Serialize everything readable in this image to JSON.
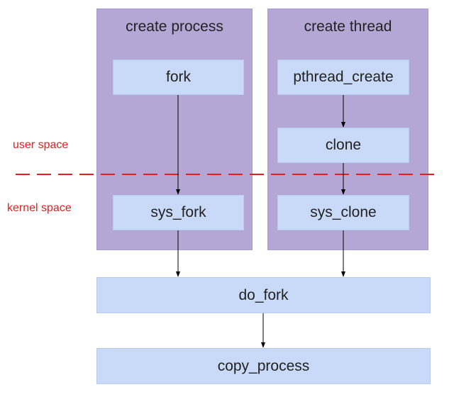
{
  "groups": {
    "process": {
      "title": "create process"
    },
    "thread": {
      "title": "create thread"
    }
  },
  "nodes": {
    "fork": "fork",
    "pthread_create": "pthread_create",
    "clone": "clone",
    "sys_fork": "sys_fork",
    "sys_clone": "sys_clone",
    "do_fork": "do_fork",
    "copy_process": "copy_process"
  },
  "labels": {
    "user_space": "user space",
    "kernel_space": "kernel space"
  },
  "colors": {
    "group_fill": "#b4a7d6",
    "node_fill": "#c9daf8",
    "boundary_line": "#e02020",
    "arrow": "#000000"
  }
}
